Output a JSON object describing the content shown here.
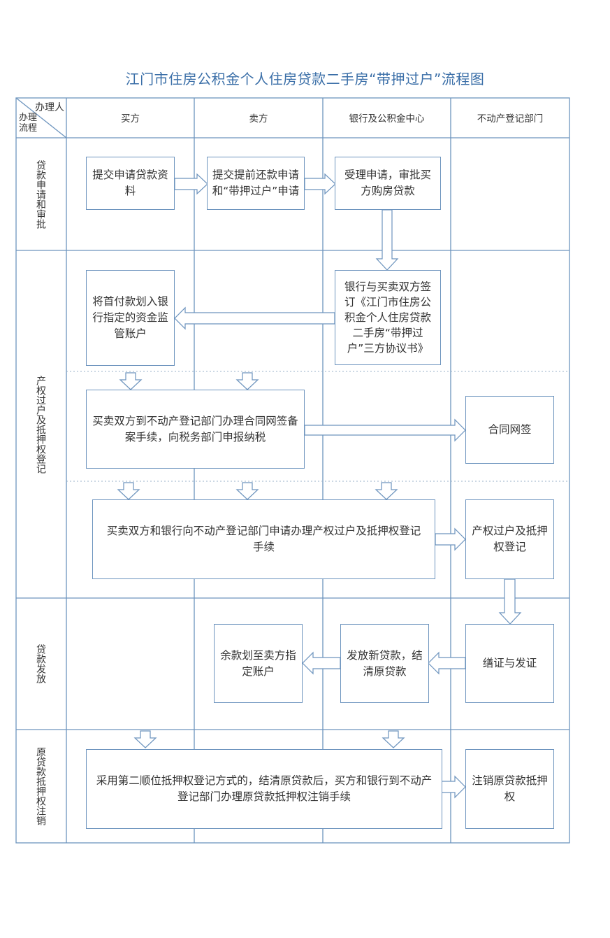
{
  "title": "江门市住房公积金个人住房贷款二手房“带押过户”流程图",
  "header": {
    "corner_top": "办理人",
    "corner_bottom": "办理\n流程",
    "columns": [
      "买方",
      "卖方",
      "银行及公积金中心",
      "不动产登记部门"
    ]
  },
  "stages": [
    "贷款申请和审批",
    "产权过户及抵押权登记",
    "贷款发放",
    "原贷款抵押权注销"
  ],
  "steps": {
    "s1": "提交申请贷款资料",
    "s2": "提交提前还款申请和“带押过户”申请",
    "s3": "受理申请，审批买方购房贷款",
    "s4": "银行与买卖双方签订《江门市住房公积金个人住房贷款二手房“带押过户”三方协议书》",
    "s5": "将首付款划入银行指定的资金监管账户",
    "s6": "买卖双方到不动产登记部门办理合同网签备案手续，向税务部门申报纳税",
    "s7": "合同网签",
    "s8": "买卖双方和银行向不动产登记部门申请办理产权过户及抵押权登记手续",
    "s9": "产权过户及抵押权登记",
    "s10": "缮证与发证",
    "s11": "发放新贷款，结清原贷款",
    "s12": "余款划至卖方指定账户",
    "s13": "采用第二顺位抵押权登记方式的，结清原贷款后，买方和银行到不动产登记部门办理原贷款抵押权注销手续",
    "s14": "注销原贷款抵押权"
  },
  "colors": {
    "line": "#6d94be",
    "title": "#3b6fa8"
  }
}
